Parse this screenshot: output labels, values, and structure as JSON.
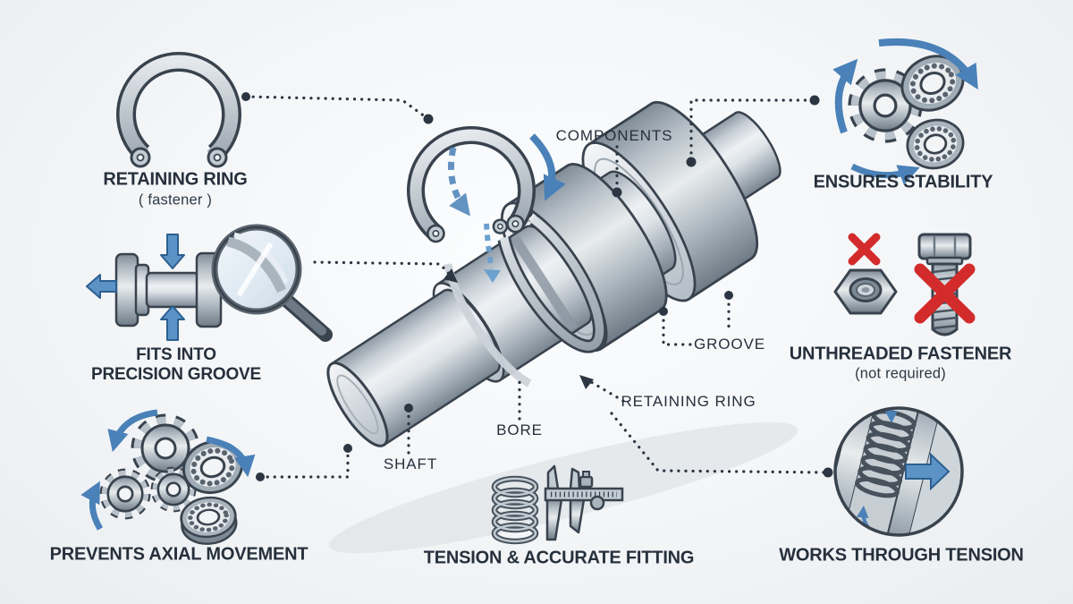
{
  "callouts": {
    "retaining_ring": {
      "title": "RETAINING RING",
      "subtitle": "( fastener )"
    },
    "fits_groove": {
      "line1": "FITS INTO",
      "line2": "PRECISION GROOVE"
    },
    "prevents_axial": {
      "title": "PREVENTS AXIAL MOVEMENT"
    },
    "ensures_stability": {
      "title": "ENSURES STABILITY"
    },
    "unthreaded_fastener": {
      "title": "UNTHREADED FASTENER",
      "subtitle": "(not required)"
    },
    "works_tension": {
      "title": "WORKS THROUGH TENSION"
    },
    "tension_fitting": {
      "title": "TENSION & ACCURATE FITTING"
    }
  },
  "diagram": {
    "components": "COMPONENTS",
    "groove": "GROOVE",
    "retaining_ring": "RETAINING RING",
    "bore": "BORE",
    "shaft": "SHAFT"
  },
  "colors": {
    "text": "#26303c",
    "connector": "#2b3642",
    "accent_blue": "#4a81b8",
    "accent_blue_dark": "#2d5f8e",
    "error_red": "#d32b2b",
    "steel": "#b9c2ca",
    "outline": "#39434e"
  }
}
